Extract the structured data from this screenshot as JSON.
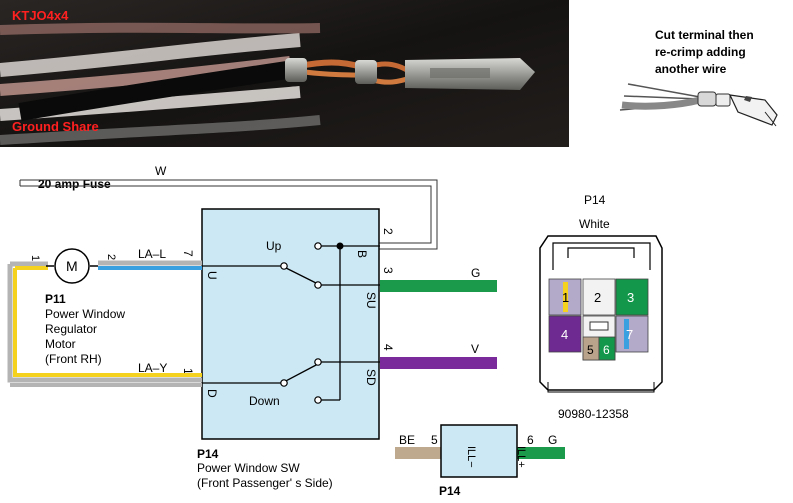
{
  "photo": {
    "watermark": "KTJO4x4",
    "caption": "Ground Share",
    "note_lines": [
      "Cut terminal then",
      "re-crimp adding",
      "another wire"
    ]
  },
  "fuse_label": "20 amp Fuse",
  "wires": {
    "fuse_wire": "W",
    "g": "G",
    "v": "V",
    "la_l": "LA–L",
    "la_y": "LA–Y",
    "be": "BE",
    "g2": "G"
  },
  "motor": {
    "symbol": "M",
    "pin_left": "1",
    "pin_right": "2",
    "id": "P11",
    "desc_lines": [
      "Power Window",
      "Regulator",
      "Motor",
      "(Front RH)"
    ]
  },
  "switch": {
    "up": "Up",
    "down": "Down",
    "term_u": "U",
    "term_d": "D",
    "term_b": "B",
    "term_su": "SU",
    "term_sd": "SD",
    "pin_7": "7",
    "pin_1": "1",
    "pin_2": "2",
    "pin_3": "3",
    "pin_4": "4",
    "id": "P14",
    "desc_lines": [
      "Power Window SW",
      "(Front Passenger' s Side)"
    ]
  },
  "connector": {
    "id": "P14",
    "color": "White",
    "part_number": "90980-12358",
    "pins": [
      "1",
      "2",
      "3",
      "4",
      "5",
      "6",
      "7"
    ]
  },
  "illum": {
    "pin_left": "5",
    "pin_right": "6",
    "minus": "ILL−",
    "plus": "ILL+",
    "id": "P14"
  },
  "colors": {
    "box_fill": "#cce8f4",
    "wire_blue": "#3aa0e0",
    "wire_yellow": "#f5d21e",
    "wire_gray": "#b4b4b4",
    "wire_green": "#1a9a4a",
    "wire_violet": "#7a2a9a",
    "wire_beige": "#bfa98e",
    "pin3_green": "#13974a",
    "pin4_violet": "#6e2a90",
    "pin5_tan": "#b9a38a"
  }
}
